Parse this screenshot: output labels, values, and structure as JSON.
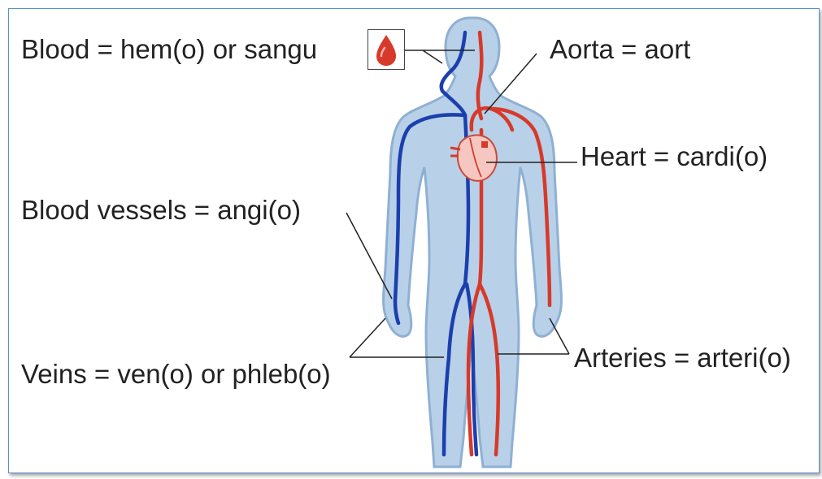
{
  "labels": {
    "blood": "Blood = hem(o) or sangu",
    "aorta": "Aorta = aort",
    "heart": "Heart = cardi(o)",
    "blood_vessels": "Blood vessels = angi(o)",
    "veins": "Veins = ven(o) or phleb(o)",
    "arteries": "Arteries = arteri(o)"
  },
  "colors": {
    "vein": "#1c3fae",
    "artery": "#d7392a",
    "skin": "#b8d1e8",
    "skin_outline": "#8fb0d3",
    "frame": "#5a8fd0"
  },
  "icons": [
    "blood-drop-icon",
    "heart-icon"
  ]
}
